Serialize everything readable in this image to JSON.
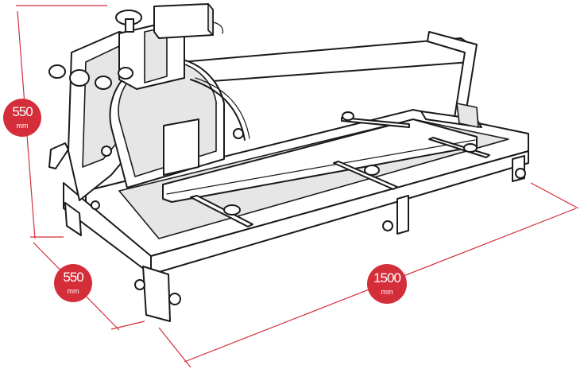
{
  "colors": {
    "accent": "#d42e3a",
    "line": "#1a1a1a",
    "background": "#ffffff"
  },
  "dimensions": {
    "height": {
      "value": "550",
      "unit": "mm"
    },
    "depth": {
      "value": "550",
      "unit": "mm"
    },
    "length": {
      "value": "1500",
      "unit": "mm"
    }
  }
}
